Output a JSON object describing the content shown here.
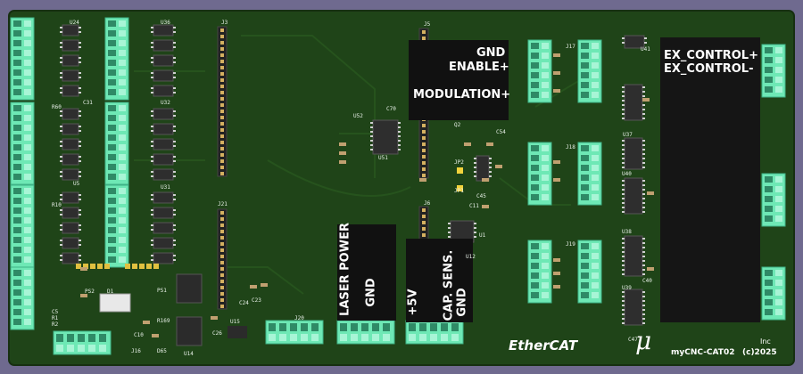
{
  "board": {
    "logo_text": "EtherCAT",
    "company_text": "Inc",
    "model_text": "myCNC-CAT02",
    "copyright_text": "(c)2025"
  },
  "labels": {
    "gnd_top": "GND",
    "enable": "ENABLE+",
    "modulation": "MODULATION+",
    "ex_control_plus": "EX_CONTROL+",
    "ex_control_minus": "EX_CONTROL-",
    "laser_power": "LASER POWER",
    "laser_gnd": "GND",
    "plus5v": "+5V",
    "cap_sens": "CAP. SENS.",
    "cap_gnd": "GND"
  },
  "refdes": {
    "u24": "U24",
    "u36": "U36",
    "j3": "J3",
    "j5": "J5",
    "j17": "J17",
    "u41": "U41",
    "u52": "U52",
    "c70": "C70",
    "u51": "U51",
    "q2": "Q2",
    "c54": "C54",
    "jp2": "JP2",
    "jp1": "JP1",
    "c45": "C45",
    "c11": "C11",
    "u37": "U37",
    "u40": "U40",
    "u38": "U38",
    "u39": "U39",
    "j18": "J18",
    "j19": "J19",
    "j6": "J6",
    "j20": "J20",
    "j21": "J21",
    "j16": "J16",
    "ps1": "PS1",
    "u14": "U14",
    "u15": "U15",
    "u12": "U12",
    "u1": "U1",
    "u32": "U32",
    "u31": "U31",
    "c31": "C31",
    "u5": "U5",
    "r10": "R10",
    "r60": "R60",
    "c47": "C47",
    "c24": "C24",
    "c23": "C23",
    "d65": "D65",
    "c10": "C10",
    "c40": "C40",
    "c26": "C26",
    "d1": "D1",
    "r169": "R169",
    "r1": "R1",
    "ps2": "PS2",
    "r2": "R2",
    "c5": "C5"
  },
  "colors": {
    "pcb": "#1f4418",
    "pcb_edge": "#162f11",
    "terminal": "#6ee8b5",
    "relay": "#1c1c1c",
    "chip": "#2e2e2e"
  }
}
